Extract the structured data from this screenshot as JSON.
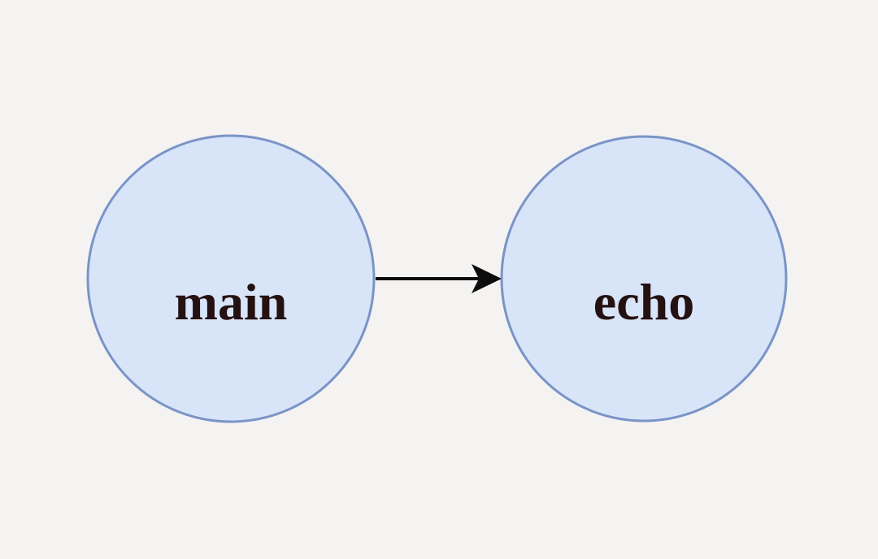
{
  "diagram": {
    "type": "directed-graph",
    "nodes": [
      {
        "id": "main",
        "label": "main",
        "shape": "circle"
      },
      {
        "id": "echo",
        "label": "echo",
        "shape": "circle"
      }
    ],
    "edges": [
      {
        "from": "main",
        "to": "echo",
        "directed": true,
        "style": "solid"
      }
    ],
    "colors": {
      "background": "#f4f3f2",
      "node_fill": "#d8e4f8",
      "node_stroke": "#7a94c7",
      "label_text": "#241111",
      "arrow": "#0d0d0d"
    }
  }
}
